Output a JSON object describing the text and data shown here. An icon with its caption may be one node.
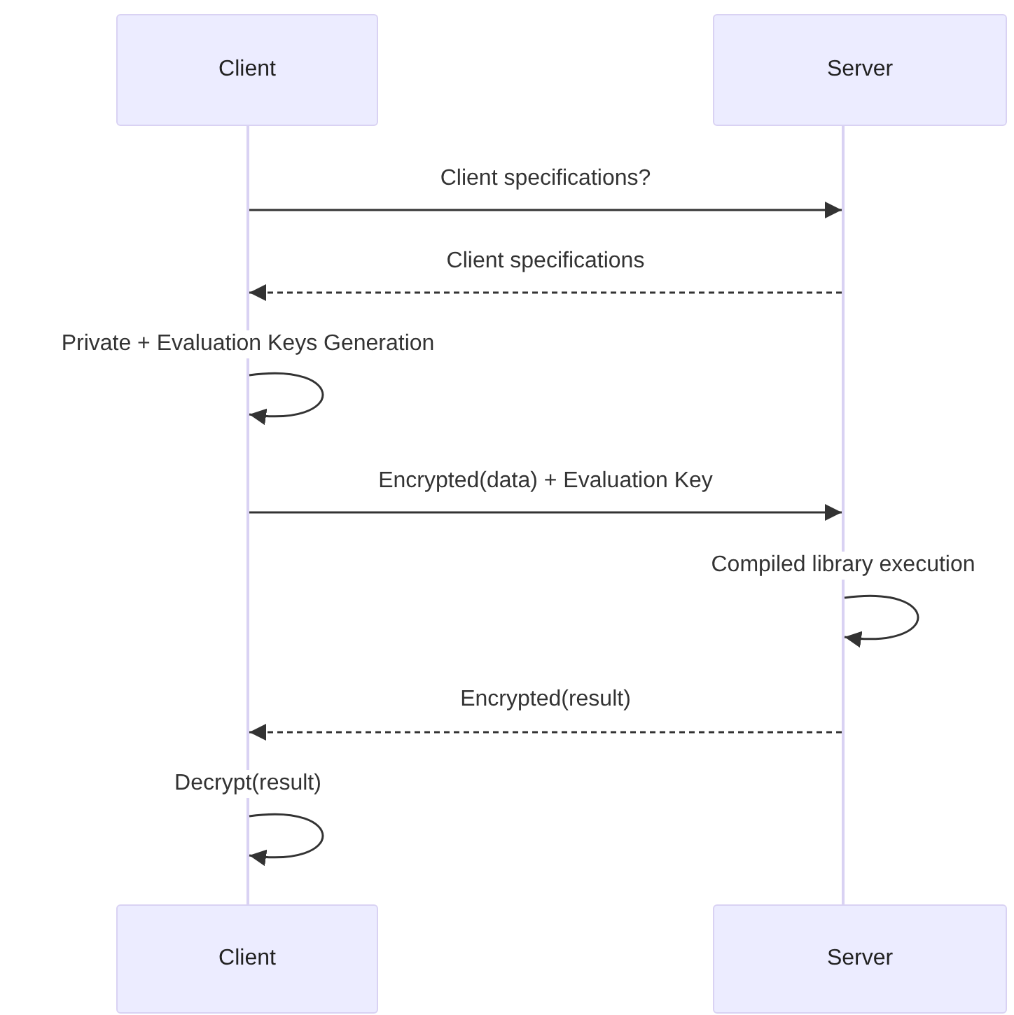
{
  "diagram": {
    "nodes": [
      {
        "text": [
          "Client"
        ]
      },
      {
        "text": [
          "Server"
        ]
      },
      {
        "text": [],
        "shape": "bar"
      },
      {
        "text": [],
        "shape": "bar"
      },
      {
        "text": [
          "Client"
        ]
      },
      {
        "text": [
          "Server"
        ]
      }
    ],
    "edges": [
      {
        "from": 2,
        "to": 3,
        "arrow": "to",
        "label": "Client specifications?"
      },
      {
        "from": 3,
        "to": 2,
        "arrow": "to",
        "label": "Client specifications",
        "style": "dashed"
      },
      {
        "from": 2,
        "to": 2,
        "arrow": "to",
        "label": "Private + Evaluation Keys Generation"
      },
      {
        "from": 2,
        "to": 3,
        "arrow": "to",
        "label": "Encrypted(data) + Evaluation Key"
      },
      {
        "from": 3,
        "to": 3,
        "arrow": "to",
        "label": "Compiled library execution"
      },
      {
        "from": 3,
        "to": 2,
        "arrow": "to",
        "label": "Encrypted(result)",
        "style": "dashed"
      },
      {
        "from": 2,
        "to": 2,
        "arrow": "to",
        "label": "Decrypt(result)"
      }
    ]
  }
}
